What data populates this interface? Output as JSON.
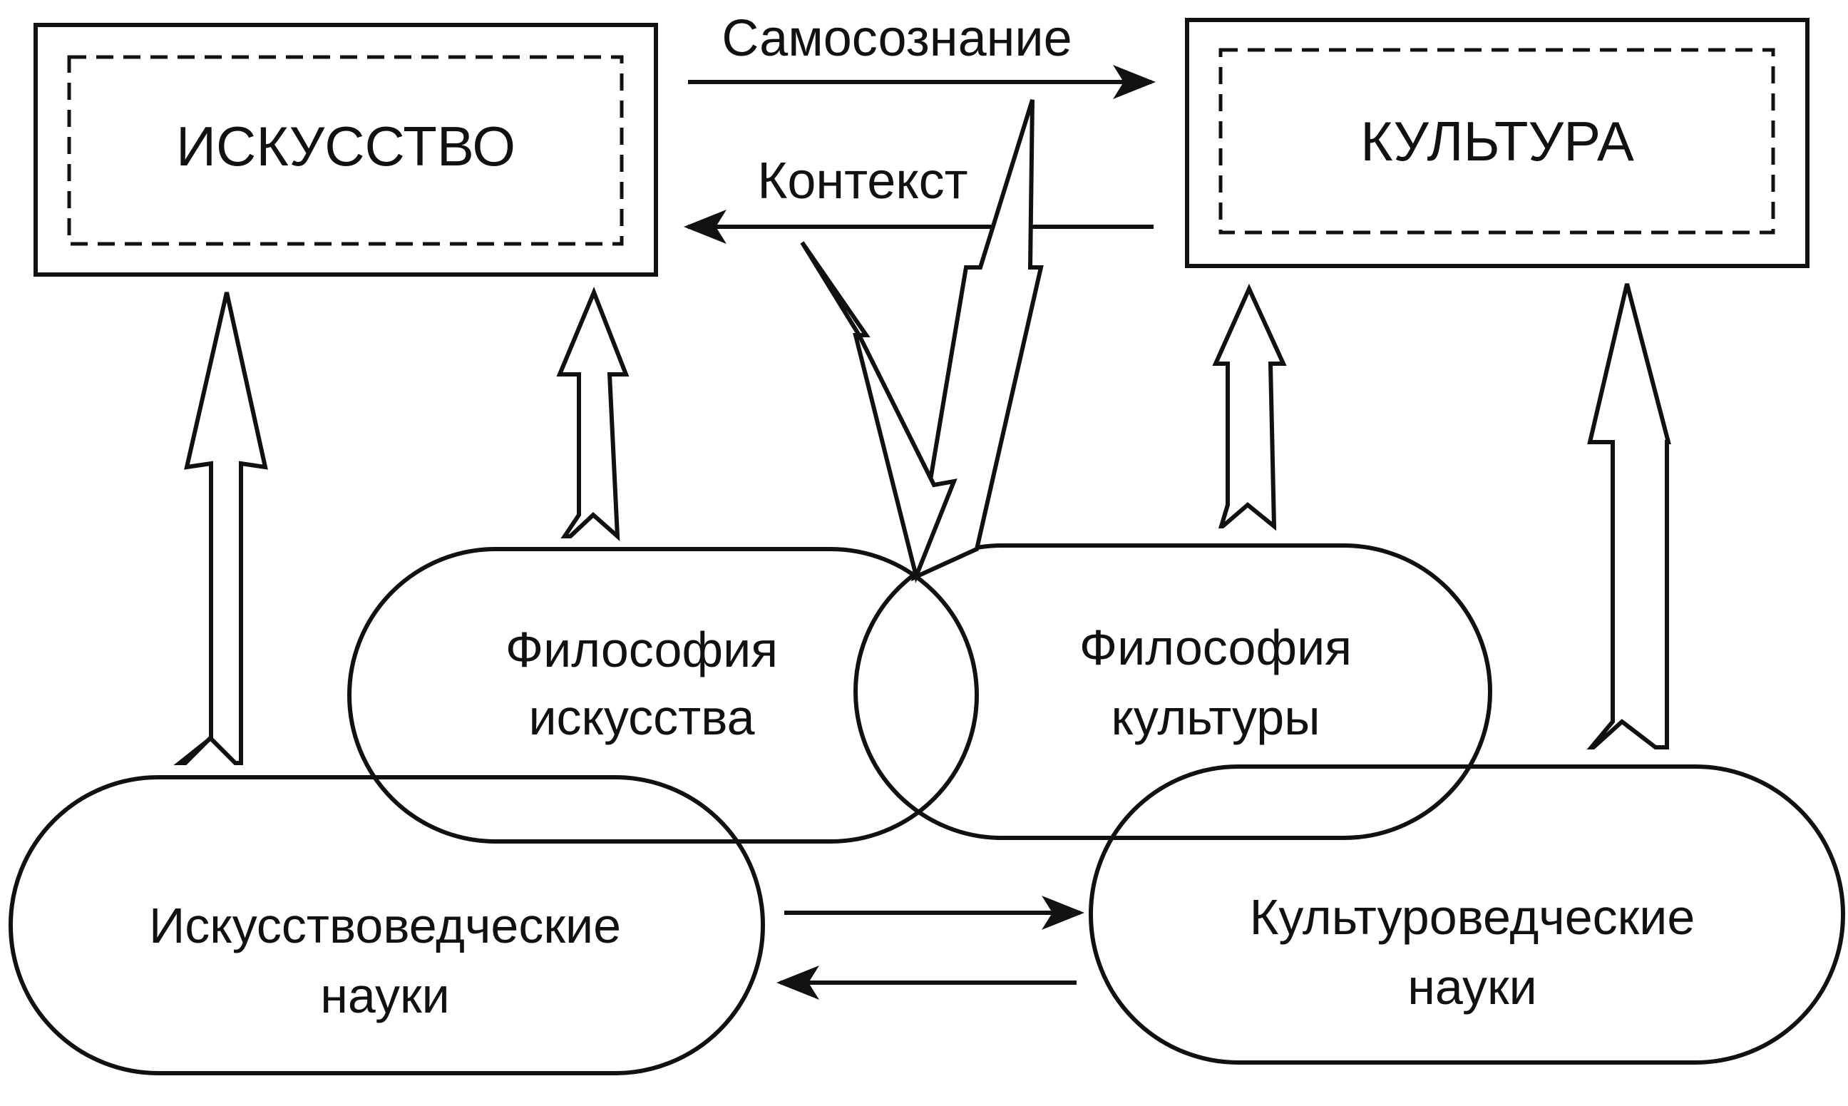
{
  "diagram": {
    "boxes": {
      "art": "ИСКУССТВО",
      "culture": "КУЛЬТУРА"
    },
    "connectors": {
      "self_awareness": "Самосознание",
      "context": "Контекст"
    },
    "ovals": {
      "philosophy_art": [
        "Философия",
        "искусства"
      ],
      "philosophy_culture": [
        "Философия",
        "культуры"
      ],
      "art_sciences": [
        "Искусствоведческие",
        "науки"
      ],
      "culture_sciences": [
        "Культуроведческие",
        "науки"
      ]
    }
  }
}
